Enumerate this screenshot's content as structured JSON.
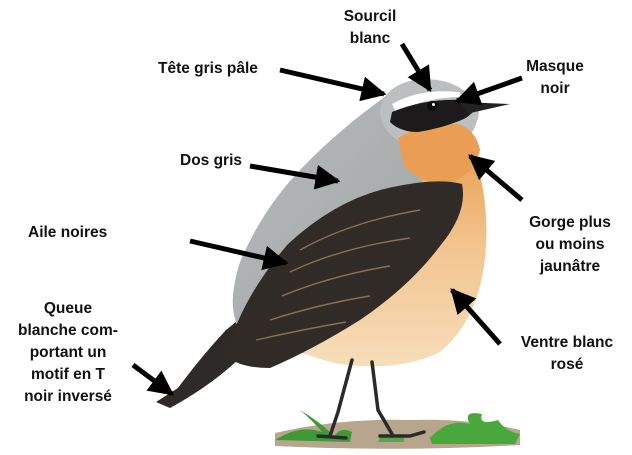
{
  "labels": {
    "sourcil": "Sourcil\nblanc",
    "tete": "Tête gris pâle",
    "masque": "Masque\nnoir",
    "dos": "Dos gris",
    "aile": "Aile  noires",
    "gorge": "Gorge plus\nou moins\njaunâtre",
    "queue": "Queue\nblanche com-\nportant un\nmotif en T\nnoir inversé",
    "ventre": "Ventre blanc\nrosé"
  },
  "colors": {
    "arrow": "#000000",
    "back": "#a9acac",
    "head": "#b9bcbd",
    "throat": "#e9a056",
    "belly": "#f3cf9f",
    "wing": "#2f2a26",
    "mask": "#1c1a1a",
    "grass": "#3f9a35",
    "ground": "#b5a48a"
  },
  "icons": {
    "bird": "northern-wheatear-illustration"
  }
}
